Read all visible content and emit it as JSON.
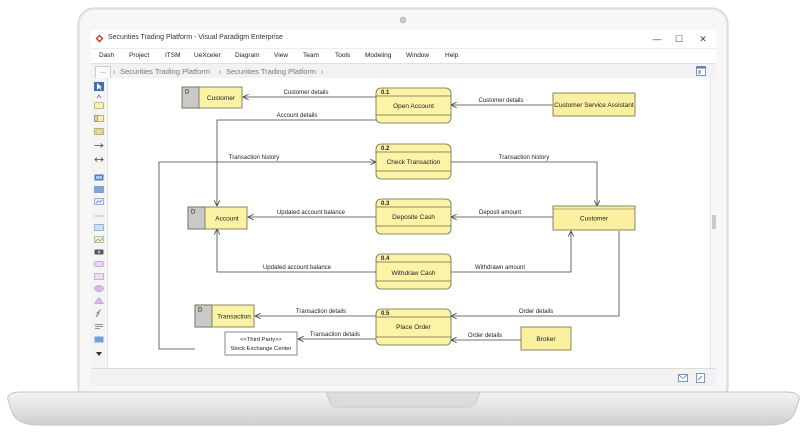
{
  "window": {
    "title": "Securities Trading Platform - Visual Paradigm Enterprise",
    "minimize": "—",
    "maximize": "☐",
    "close": "✕"
  },
  "menu": [
    "Dash",
    "Project",
    "ITSM",
    "UeXceler",
    "Diagram",
    "View",
    "Team",
    "Tools",
    "Modeling",
    "Window",
    "Help"
  ],
  "breadcrumb": {
    "more": "...",
    "items": [
      "Securities Trading Platform",
      "Securities Trading Platform"
    ]
  },
  "diagram": {
    "datastores": [
      {
        "id": "D",
        "label": "Customer"
      },
      {
        "id": "D",
        "label": "Account"
      },
      {
        "id": "D",
        "label": "Transaction"
      }
    ],
    "processes": [
      {
        "id": "0.1",
        "label": "Open Account"
      },
      {
        "id": "0.2",
        "label": "Check Transaction"
      },
      {
        "id": "0.3",
        "label": "Deposite Cash"
      },
      {
        "id": "0.4",
        "label": "Withdraw Cash"
      },
      {
        "id": "0.5",
        "label": "Place Order"
      }
    ],
    "entities": [
      {
        "label": "Customer Service Assistant"
      },
      {
        "label": "Customer"
      },
      {
        "label": "Broker"
      }
    ],
    "external_box": {
      "line1": "<<Third Party>>",
      "line2": "Stock Exchange Center"
    },
    "flows": [
      "Customer details",
      "Customer details",
      "Account details",
      "Transaction history",
      "Transaction history",
      "Updated account balance",
      "Deposit amount",
      "Updated account balance",
      "Withdrawn amount",
      "Transaction details",
      "Order details",
      "Transaction details",
      "Order details"
    ]
  },
  "colors": {
    "process_fill": "#fbf3a6",
    "process_header": "#f6e77f",
    "store_fill": "#faf2a5",
    "store_id_fill": "#c9c9c9",
    "entity_fill": "#faf0a0",
    "stroke": "#6b6b45",
    "arrow": "#444444"
  }
}
